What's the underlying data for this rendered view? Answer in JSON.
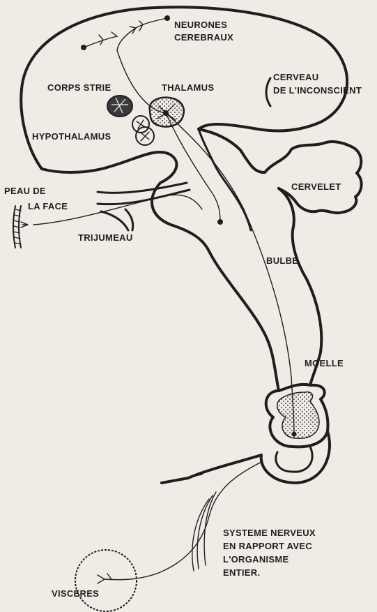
{
  "diagram": {
    "labels": {
      "neurones": [
        "NEURONES",
        "CEREBRAUX"
      ],
      "corps_strie": "CORPS STRIE",
      "thalamus": "THALAMUS",
      "cerveau": [
        "CERVEAU",
        "DE L'INCONSCIENT"
      ],
      "hypothalamus": "HYPOTHALAMUS",
      "peau": [
        "PEAU DE",
        "LA FACE"
      ],
      "trijumeau": "TRIJUMEAU",
      "cervelet": "CERVELET",
      "bulbe": "BULBE",
      "moelle": "MOELLE",
      "systeme": [
        "SYSTEME NERVEUX",
        "EN RAPPORT AVEC",
        "L'ORGANISME",
        "ENTIER."
      ],
      "visceres": "VISCERES"
    },
    "colors": {
      "ink": "#1e1e1e",
      "paper": "#efece6"
    }
  }
}
